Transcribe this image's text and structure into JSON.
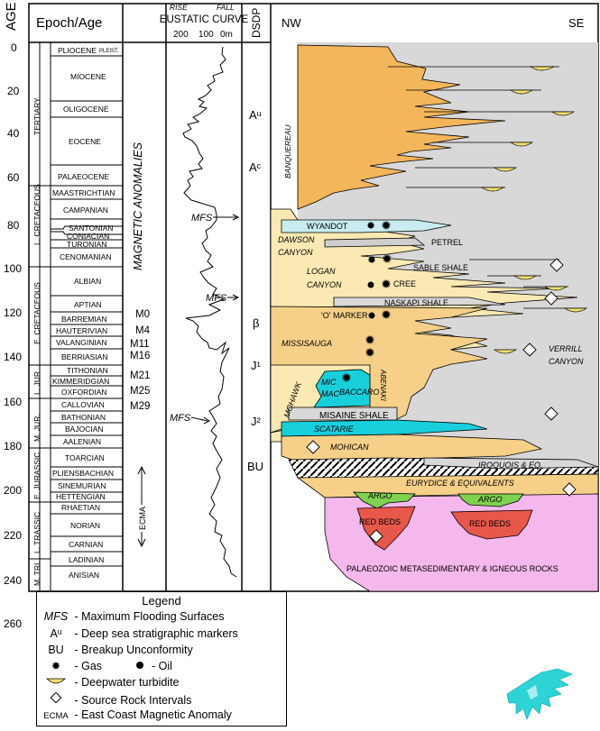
{
  "header": {
    "age_label": "AGE (MY)",
    "epoch_age": "Epoch/Age",
    "rise": "RISE",
    "fall": "FALL",
    "eustatic_curve": "EUSTATIC CURVE",
    "curve_ticks": [
      "200",
      "100",
      "0m"
    ],
    "dsdp": "DSDP",
    "nw": "NW",
    "se": "SE"
  },
  "age_ticks": [
    "0",
    "20",
    "40",
    "60",
    "80",
    "100",
    "120",
    "140",
    "160",
    "180",
    "200",
    "220",
    "240",
    "260"
  ],
  "eras": [
    "TERTIARY",
    "L. CRETACEOUS",
    "E. CRETACEOUS",
    "L. JUR",
    "M. JUR.",
    "E. JURASSIC",
    "L. TRASSIC",
    "M. TRI."
  ],
  "stages": [
    "PLIOCENE",
    "PLEIST.",
    "MIOCENE",
    "OLIGOCENE",
    "EOCENE",
    "PALAEOCENE",
    "MAASTRICHTIAN",
    "CAMPANIAN",
    "SANTONIAN",
    "CONIACIAN",
    "TURONIAN",
    "CENOMANIAN",
    "ALBIAN",
    "APTIAN",
    "BARREMIAN",
    "HAUTERIVIAN",
    "VALANGINIAN",
    "BERRIASIAN",
    "TITHONIAN",
    "KIMMERIDGIAN",
    "OXFORDIAN",
    "CALLOVIAN",
    "BATHONIAN",
    "BAJOCIAN",
    "AALENIAN",
    "TOARCIAN",
    "PLIENSBACHIAN",
    "SINEMURIAN",
    "HETTENGIAN",
    "RHAETIAN",
    "NORIAN",
    "CARNIAN",
    "LADINIAN",
    "ANISIAN"
  ],
  "magnetic": {
    "title": "MAGNETIC ANOMALIES",
    "labels": [
      "M0",
      "M4",
      "M11",
      "M16",
      "M21",
      "M25",
      "M29"
    ],
    "ecma": "ECMA"
  },
  "mfs_labels": [
    "MFS",
    "MFS",
    "MFS"
  ],
  "dsdp_markers": [
    "Aᵘ",
    "Aᶜ",
    "β",
    "J¹",
    "J²",
    "BU"
  ],
  "formations": {
    "banquereau": "BANQUEREAU",
    "wyandot": "WYANDOT",
    "dawson": "DAWSON",
    "canyon": "CANYON",
    "petrel": "PETREL",
    "sable_shale": "SABLE SHALE",
    "logan": "LOGAN",
    "logan_canyon": "CANYON",
    "cree": "CREE",
    "naskapi": "NASKAPI SHALE",
    "o_marker": "'O' MARKER",
    "missisauga": "MISSISAUGA",
    "verrill": "VERRILL",
    "verrill_canyon": "CANYON",
    "mohawk": "MOHAWK",
    "mic": "MIC",
    "mac": "MAC",
    "baccaro": "BACCARO",
    "abenaki": "ABENAKI",
    "misaine": "MISAINE SHALE",
    "scatarie": "SCATARIE",
    "mohican": "MOHICAN",
    "iroquois": "IROQUOIS & EQ.",
    "eurydice": "EURYDICE & EQUIVALENTS",
    "argo1": "ARGO",
    "argo2": "ARGO",
    "red_beds1": "RED BEDS",
    "red_beds2": "RED BEDS",
    "palaeozoic": "PALAEOZOIC METASEDIMENTARY & IGNEOUS ROCKS"
  },
  "legend": {
    "title": "Legend",
    "rows": [
      {
        "sym": "MFS",
        "text": "- Maximum Flooding Surfaces"
      },
      {
        "sym": "Aᵘ",
        "text": "- Deep sea stratigraphic markers"
      },
      {
        "sym": "BU",
        "text": "- Breakup Unconformity"
      },
      {
        "sym": "",
        "text": "- Gas",
        "text2": "- Oil"
      },
      {
        "sym": "",
        "text": "- Deepwater turbidite"
      },
      {
        "sym": "",
        "text": "- Source Rock Intervals"
      },
      {
        "sym": "ECMA",
        "text": "- East Coast Magnetic Anomaly"
      }
    ]
  },
  "colors": {
    "sand": "#f6d089",
    "light_sand": "#fae9b3",
    "tan": "#f3b65a",
    "shale_grey": "#d8d8d8",
    "light_blue": "#c8ecf0",
    "cyan": "#19cfdc",
    "green": "#7fd150",
    "red": "#e8584a",
    "pink": "#f4b8ec",
    "logo": "#2ed3d6"
  }
}
